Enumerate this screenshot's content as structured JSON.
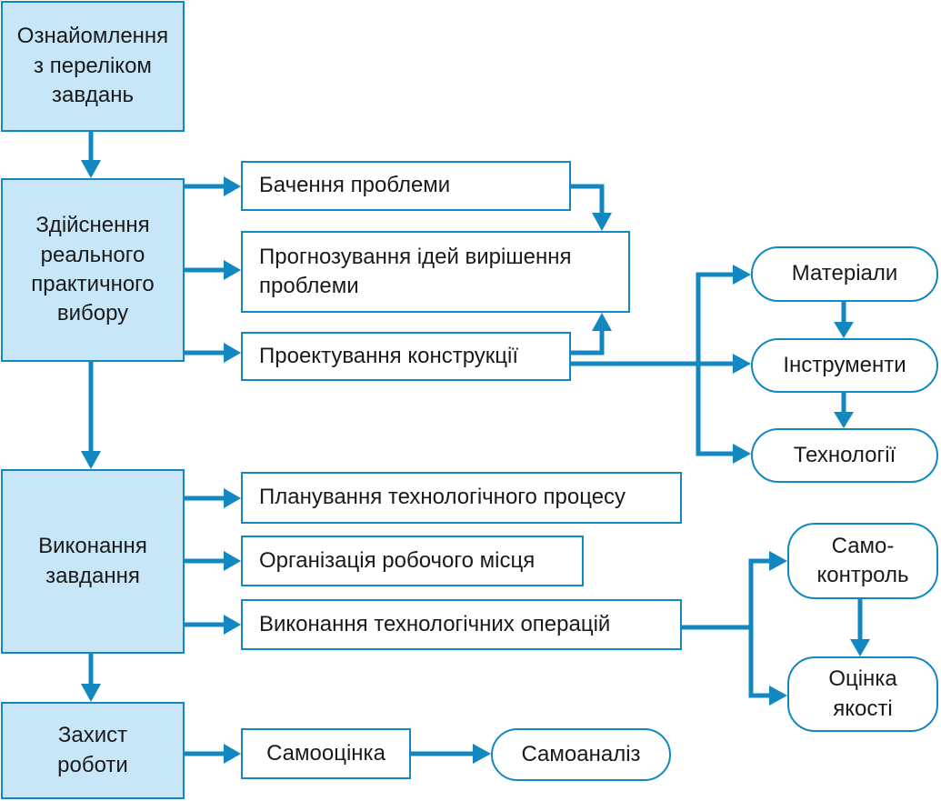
{
  "nodes": {
    "acquaint": "Ознайомлення\nз переліком\nзавдань",
    "choice": "Здійснення\nреального\nпрактичного\nвибору",
    "execute": "Виконання\nзавдання",
    "defense": "Захист\nроботи",
    "see_problem": "Бачення проблеми",
    "forecast": "Прогнозування ідей вирішення\nпроблеми",
    "design": "Проектування конструкції",
    "materials": "Матеріали",
    "tools": "Інструменти",
    "technologies": "Технології",
    "planning": "Планування технологічного процесу",
    "workplace": "Організація робочого місця",
    "operations": "Виконання технологічних операцій",
    "self_control": "Само-\nконтроль",
    "quality": "Оцінка\nякості",
    "self_assess": "Самооцінка",
    "self_analysis": "Самоаналіз"
  },
  "colors": {
    "main_fill": "#c7e7f8",
    "stroke": "#1287c0"
  }
}
